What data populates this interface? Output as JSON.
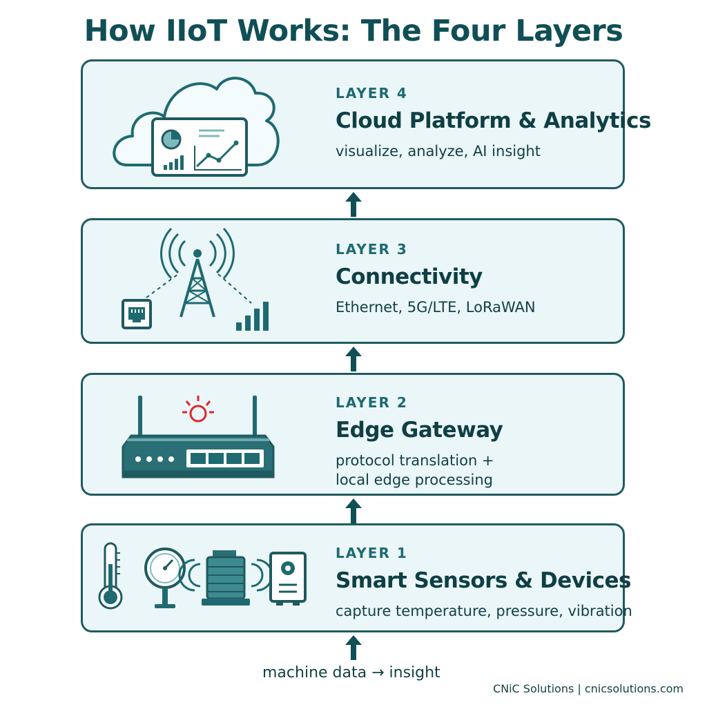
{
  "title": "How IIoT Works: The Four Layers",
  "layers": [
    {
      "tag": "LAYER 4",
      "name": "Cloud Platform & Analytics",
      "desc": "visualize, analyze, AI insight",
      "icons": [
        "cloud-icon",
        "dashboard-icon",
        "pie-chart-icon",
        "bar-chart-icon",
        "line-chart-icon"
      ]
    },
    {
      "tag": "LAYER 3",
      "name": "Connectivity",
      "desc": "Ethernet, 5G/LTE, LoRaWAN",
      "icons": [
        "cell-tower-icon",
        "ethernet-port-icon",
        "signal-bars-icon"
      ]
    },
    {
      "tag": "LAYER 2",
      "name": "Edge Gateway",
      "desc_line1": "protocol translation +",
      "desc_line2": "local edge processing",
      "icons": [
        "router-icon",
        "alert-light-icon"
      ]
    },
    {
      "tag": "LAYER 1",
      "name": "Smart Sensors & Devices",
      "desc": "capture temperature, pressure, vibration",
      "icons": [
        "thermometer-icon",
        "pressure-gauge-icon",
        "motor-icon",
        "vibration-sensor-icon"
      ]
    }
  ],
  "flow_label": "machine data → insight",
  "brand": "CNiC Solutions | cnicsolutions.com",
  "colors": {
    "accent": "#1e6a70",
    "border": "#1f5a60",
    "panel": "#eaf6f8",
    "alert": "#e0262b"
  }
}
